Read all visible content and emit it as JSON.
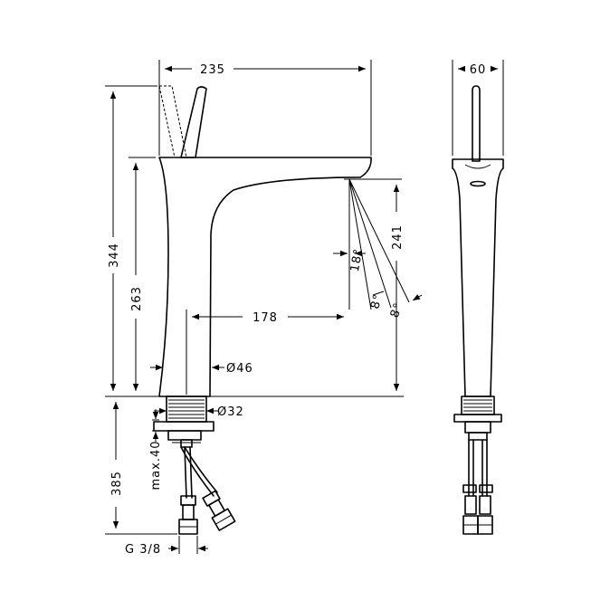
{
  "drawing": {
    "colors": {
      "line": "#000000",
      "background": "#ffffff"
    },
    "dimensions": {
      "width_total": "235",
      "depth": "60",
      "height_total": "344",
      "spout_height": "263",
      "spout_reach": "178",
      "spray_height": "241",
      "spray_angle_1": "18°",
      "spray_angle_2": "8°",
      "spray_angle_3": "8°",
      "body_diameter": "Ø46",
      "hole_diameter": "Ø32",
      "max_deck": "max.40",
      "hose_length": "385",
      "connection_thread": "G 3/8"
    }
  }
}
